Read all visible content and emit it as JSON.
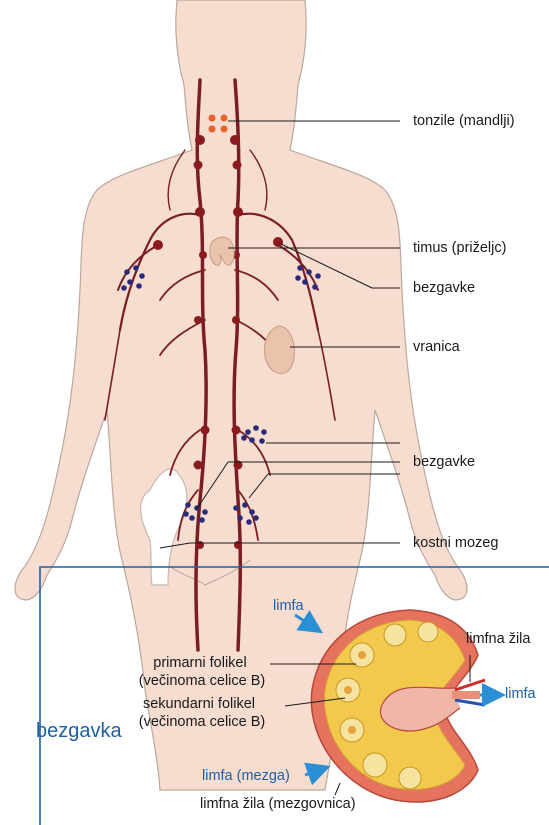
{
  "labels": {
    "tonsils": "tonzile (mandlji)",
    "thymus": "timus (priželjc)",
    "nodes_upper": "bezgavke",
    "spleen": "vranica",
    "nodes_lower": "bezgavke",
    "bone_marrow": "kostni mozeg"
  },
  "inset": {
    "title": "bezgavka",
    "lymph_in": "limfa",
    "lymph_vessel": "limfna žila",
    "lymph_out": "limfa",
    "primary_follicle": "primarni folikel",
    "primary_follicle_note": "(večinoma celice B)",
    "secondary_follicle": "sekundarni folikel",
    "secondary_follicle_note": "(večinoma celice B)",
    "lymph_mezga": "limfa (mezga)",
    "lymph_vessel_efferent": "limfna žila (mezgovnica)"
  },
  "colors": {
    "skin": "#f6ddd0",
    "skin_outline": "#b9a89e",
    "vessel": "#7a1e24",
    "node_red": "#8b1a1f",
    "node_blue": "#2a2a7a",
    "tonsil": "#e8622a",
    "organ": "#eac3ad",
    "inset_border": "#1f5fa6",
    "arrow": "#2b8fd6",
    "capsule": "#e5735e",
    "follicle": "#f2c94c",
    "follicle_center": "#f7e3a0"
  }
}
